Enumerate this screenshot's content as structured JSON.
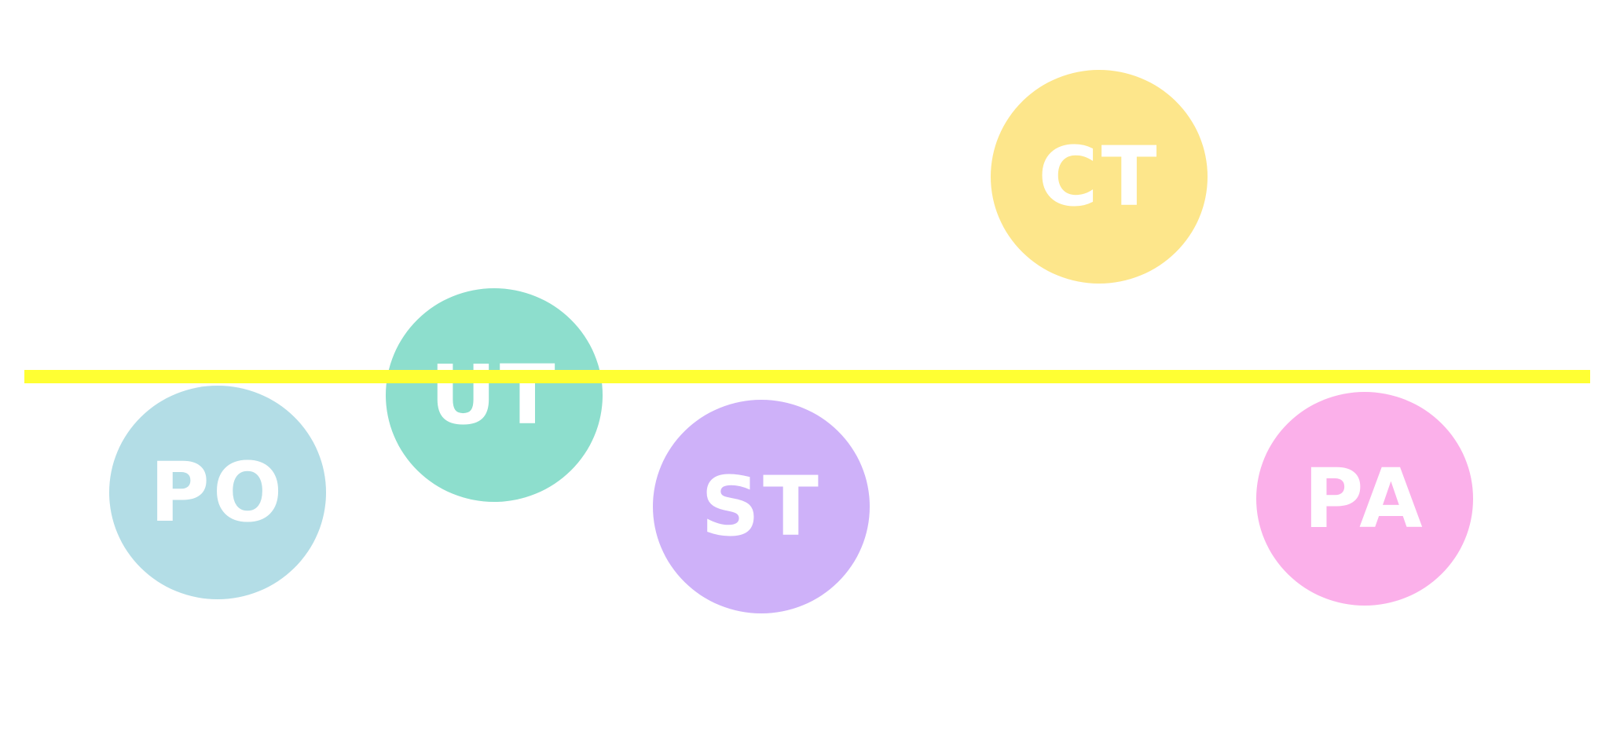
{
  "bubbles": [
    {
      "id": "po",
      "label": "PO",
      "color": "#b3dde6"
    },
    {
      "id": "ut",
      "label": "UT",
      "color": "#8ddecd"
    },
    {
      "id": "st",
      "label": "ST",
      "color": "#ceb1f9"
    },
    {
      "id": "ct",
      "label": "CT",
      "color": "#fde68b"
    },
    {
      "id": "pa",
      "label": "PA",
      "color": "#fbb0ea"
    }
  ],
  "baseline": {
    "color": "#ffff33"
  }
}
